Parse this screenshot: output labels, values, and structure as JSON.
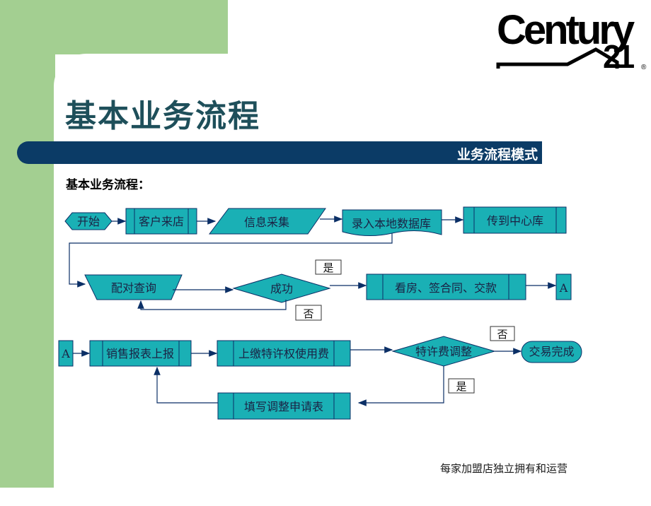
{
  "title": "基本业务流程",
  "band_label": "业务流程模式",
  "subtitle": "基本业务流程：",
  "footer": "每家加盟店独立拥有和运营",
  "logo": {
    "text": "CENTURY 21",
    "part1": "Century",
    "part2": "21",
    "mark": "®"
  },
  "nodes": {
    "start": "开始",
    "customer": "客户来店",
    "info": "信息采集",
    "record": "录入本地数据库",
    "upload": "传到中心库",
    "match": "配对查询",
    "success": "成功",
    "view": "看房、签合同、交款",
    "a1": "A",
    "a2": "A",
    "report": "销售报表上报",
    "fee": "上缴特许权使用费",
    "adjust": "特许费调整",
    "done": "交易完成",
    "apply": "填写调整申请表"
  },
  "labels": {
    "yes1": "是",
    "no1": "否",
    "no2": "否",
    "yes2": "是"
  },
  "colors": {
    "accent": "#1ab0b5",
    "band": "#0b3b66",
    "sidebar": "#a3cf91",
    "title": "#1e4f5a"
  }
}
